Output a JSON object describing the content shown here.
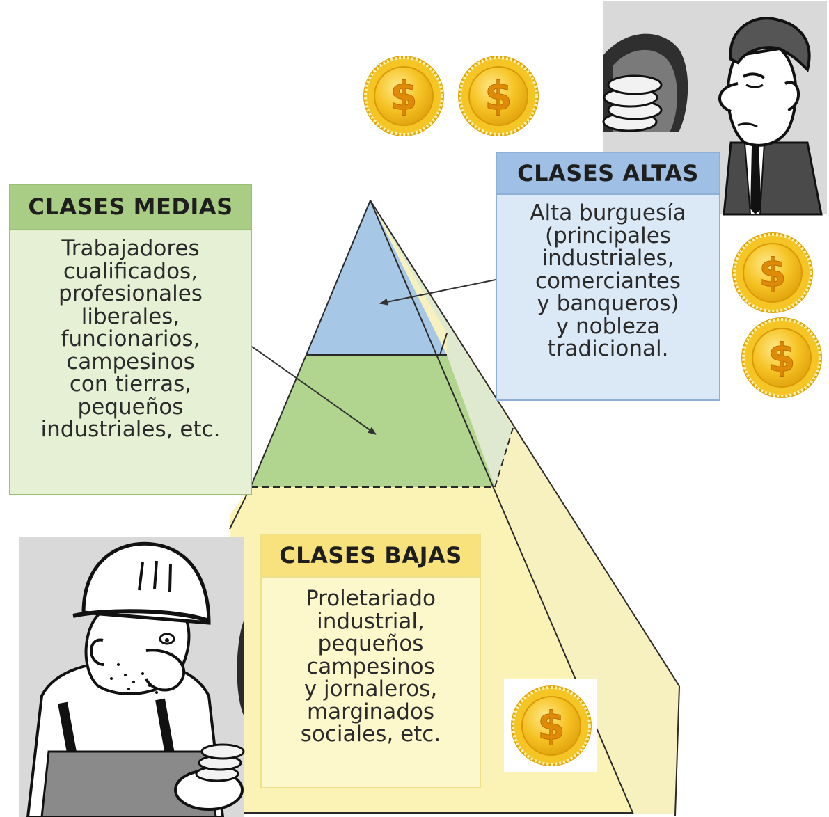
{
  "colors": {
    "altas": "#a6c7e6",
    "medias": "#b1d48f",
    "bajas": "#fbf3b6",
    "coin": "#f6c324",
    "coin_rim": "#e2a40c",
    "comic_bg": "#d9d9d9"
  },
  "icons": [
    "dollar-coin-icon",
    "businessman-illustration",
    "worker-illustration"
  ],
  "clases_medias": {
    "title": "CLASES MEDIAS",
    "body": "Trabajadores\ncualificados,\nprofesionales\nliberales,\nfuncionarios,\ncampesinos\ncon tierras,\npequeños\nindustriales, etc."
  },
  "clases_altas": {
    "title": "CLASES ALTAS",
    "body": "Alta burguesía\n(principales\nindustriales,\ncomerciantes\ny banqueros)\ny nobleza\ntradicional."
  },
  "clases_bajas": {
    "title": "CLASES BAJAS",
    "body": "Proletariado\nindustrial,\npequeños\ncampesinos\ny jornaleros,\nmarginados\nsociales, etc."
  }
}
